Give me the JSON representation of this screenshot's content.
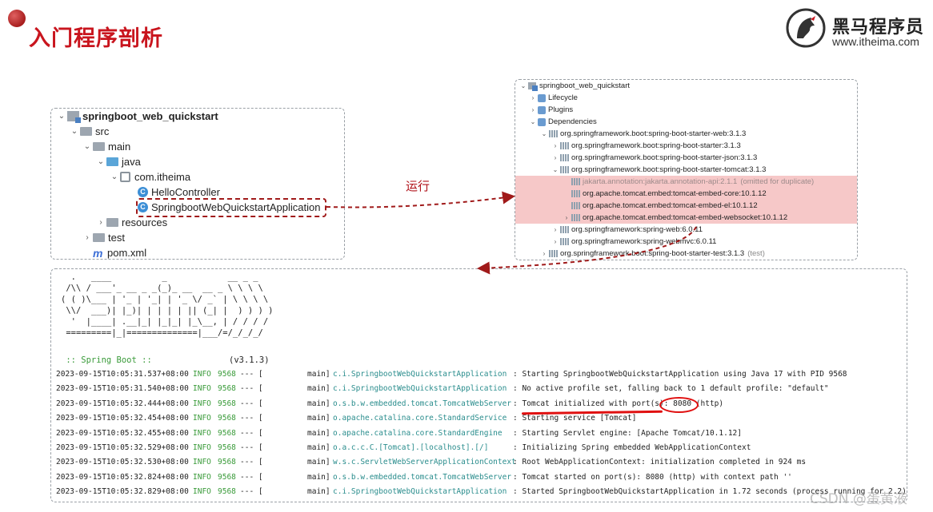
{
  "slide": {
    "title": "入门程序剖析",
    "logo": {
      "brand": "黑马程序员",
      "url": "www.itheima.com",
      "icon": "horse-head-logo"
    },
    "run_label": "运行",
    "watermark": "CSDN @蛋黄液"
  },
  "project_tree": {
    "items": [
      {
        "label": "springboot_web_quickstart",
        "icon": "module-icon",
        "expanded": true
      },
      {
        "label": "src",
        "icon": "folder-icon",
        "expanded": true
      },
      {
        "label": "main",
        "icon": "folder-icon",
        "expanded": true
      },
      {
        "label": "java",
        "icon": "source-folder-icon",
        "expanded": true
      },
      {
        "label": "com.itheima",
        "icon": "package-icon",
        "expanded": true
      },
      {
        "label": "HelloController",
        "icon": "class-icon"
      },
      {
        "label": "SpringbootWebQuickstartApplication",
        "icon": "class-icon",
        "highlighted": true
      },
      {
        "label": "resources",
        "icon": "resources-folder-icon",
        "expanded": false
      },
      {
        "label": "test",
        "icon": "folder-icon",
        "expanded": false
      },
      {
        "label": "pom.xml",
        "icon": "maven-icon"
      }
    ]
  },
  "dependency_tree": {
    "items": [
      {
        "label": "springboot_web_quickstart"
      },
      {
        "label": "Lifecycle"
      },
      {
        "label": "Plugins"
      },
      {
        "label": "Dependencies"
      },
      {
        "label": "org.springframework.boot:spring-boot-starter-web:3.1.3"
      },
      {
        "label": "org.springframework.boot:spring-boot-starter:3.1.3"
      },
      {
        "label": "org.springframework.boot:spring-boot-starter-json:3.1.3"
      },
      {
        "label": "org.springframework.boot:spring-boot-starter-tomcat:3.1.3"
      },
      {
        "label": "jakarta.annotation:jakarta.annotation-api:2.1.1",
        "note": "(omitted for duplicate)",
        "highlighted": true
      },
      {
        "label": "org.apache.tomcat.embed:tomcat-embed-core:10.1.12",
        "highlighted": true
      },
      {
        "label": "org.apache.tomcat.embed:tomcat-embed-el:10.1.12",
        "highlighted": true
      },
      {
        "label": "org.apache.tomcat.embed:tomcat-embed-websocket:10.1.12",
        "highlighted": true
      },
      {
        "label": "org.springframework:spring-web:6.0.11"
      },
      {
        "label": "org.springframework:spring-webmvc:6.0.11"
      },
      {
        "label": "org.springframework.boot:spring-boot-starter-test:3.1.3",
        "note": "(test)"
      }
    ]
  },
  "console": {
    "banner": [
      "  .   ____          _            __ _ _",
      " /\\\\ / ___'_ __ _ _(_)_ __  __ _ \\ \\ \\ \\",
      "( ( )\\___ | '_ | '_| | '_ \\/ _` | \\ \\ \\ \\",
      " \\\\/  ___)| |_)| | | | | || (_| |  ) ) ) )",
      "  '  |____| .__|_| |_|_| |_\\__, | / / / /",
      " =========|_|==============|___/=/_/_/_/"
    ],
    "spring_boot_label": " :: Spring Boot ::",
    "spring_boot_version": "(v3.1.3)",
    "logs": [
      {
        "time": "2023-09-15T10:05:31.537+08:00",
        "level": "INFO",
        "pid": "9568",
        "sep": "--- [",
        "thread": "main]",
        "logger": "c.i.SpringbootWebQuickstartApplication",
        "message": ": Starting SpringbootWebQuickstartApplication using Java 17 with PID 9568"
      },
      {
        "time": "2023-09-15T10:05:31.540+08:00",
        "level": "INFO",
        "pid": "9568",
        "sep": "--- [",
        "thread": "main]",
        "logger": "c.i.SpringbootWebQuickstartApplication",
        "message": ": No active profile set, falling back to 1 default profile: \"default\""
      },
      {
        "time": "2023-09-15T10:05:32.444+08:00",
        "level": "INFO",
        "pid": "9568",
        "sep": "--- [",
        "thread": "main]",
        "logger": "o.s.b.w.embedded.tomcat.TomcatWebServer",
        "message": ": Tomcat initialized with port(s): 8080 (http)"
      },
      {
        "time": "2023-09-15T10:05:32.454+08:00",
        "level": "INFO",
        "pid": "9568",
        "sep": "--- [",
        "thread": "main]",
        "logger": "o.apache.catalina.core.StandardService",
        "message": ": Starting service [Tomcat]"
      },
      {
        "time": "2023-09-15T10:05:32.455+08:00",
        "level": "INFO",
        "pid": "9568",
        "sep": "--- [",
        "thread": "main]",
        "logger": "o.apache.catalina.core.StandardEngine",
        "message": ": Starting Servlet engine: [Apache Tomcat/10.1.12]"
      },
      {
        "time": "2023-09-15T10:05:32.529+08:00",
        "level": "INFO",
        "pid": "9568",
        "sep": "--- [",
        "thread": "main]",
        "logger": "o.a.c.c.C.[Tomcat].[localhost].[/]",
        "message": ": Initializing Spring embedded WebApplicationContext"
      },
      {
        "time": "2023-09-15T10:05:32.530+08:00",
        "level": "INFO",
        "pid": "9568",
        "sep": "--- [",
        "thread": "main]",
        "logger": "w.s.c.ServletWebServerApplicationContext",
        "message": ": Root WebApplicationContext: initialization completed in 924 ms"
      },
      {
        "time": "2023-09-15T10:05:32.824+08:00",
        "level": "INFO",
        "pid": "9568",
        "sep": "--- [",
        "thread": "main]",
        "logger": "o.s.b.w.embedded.tomcat.TomcatWebServer",
        "message": ": Tomcat started on port(s): 8080 (http) with context path ''"
      },
      {
        "time": "2023-09-15T10:05:32.829+08:00",
        "level": "INFO",
        "pid": "9568",
        "sep": "--- [",
        "thread": "main]",
        "logger": "c.i.SpringbootWebQuickstartApplication",
        "message": ": Started SpringbootWebQuickstartApplication in 1.72 seconds (process running for 2.2)"
      }
    ]
  },
  "colors": {
    "title_red": "#c9151e",
    "annotation_red": "#a01a1a",
    "highlight_pink": "#f6c8c8",
    "log_level_green": "#3a9b3a",
    "logger_teal": "#2a8d8d"
  }
}
